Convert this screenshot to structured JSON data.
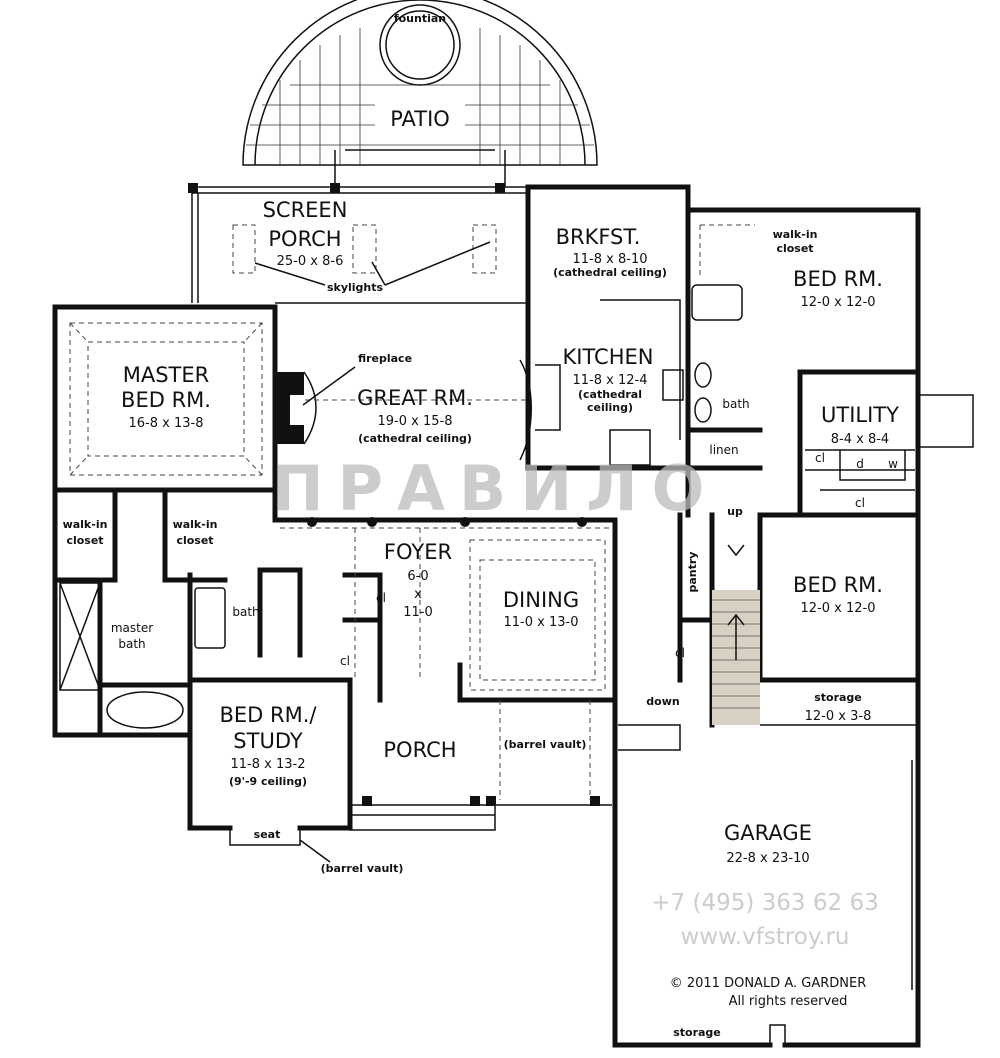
{
  "patio": {
    "label": "PATIO",
    "fountain": "fountian"
  },
  "rooms": {
    "screen_porch": {
      "name1": "SCREEN",
      "name2": "PORCH",
      "dim": "25-0 x 8-6",
      "note": "skylights"
    },
    "brkfst": {
      "name": "BRKFST.",
      "dim": "11-8 x 8-10",
      "note": "(cathedral ceiling)"
    },
    "kitchen": {
      "name": "KITCHEN",
      "dim": "11-8 x 12-4",
      "note1": "(cathedral",
      "note2": "ceiling)"
    },
    "bed1": {
      "name": "BED RM.",
      "dim": "12-0 x 12-0",
      "closet1": "walk-in",
      "closet2": "closet",
      "bath": "bath",
      "linen": "linen"
    },
    "utility": {
      "name": "UTILITY",
      "dim": "8-4 x 8-4",
      "cl": "cl",
      "d": "d",
      "w": "w",
      "cl2": "cl"
    },
    "master": {
      "name1": "MASTER",
      "name2": "BED RM.",
      "dim": "16-8 x 13-8",
      "closet_a1": "walk-in",
      "closet_a2": "closet",
      "closet_b1": "walk-in",
      "closet_b2": "closet",
      "bath1": "master",
      "bath2": "bath"
    },
    "great": {
      "name": "GREAT RM.",
      "dim": "19-0 x 15-8",
      "note": "(cathedral ceiling)",
      "fireplace": "fireplace"
    },
    "foyer": {
      "name": "FOYER",
      "dim1": "6-0",
      "dim2": "x",
      "dim3": "11-0",
      "cl1": "cl",
      "cl2": "cl"
    },
    "dining": {
      "name": "DINING",
      "dim": "11-0 x 13-0"
    },
    "bath_hall": {
      "label": "bath"
    },
    "study": {
      "name1": "BED RM./",
      "name2": "STUDY",
      "dim": "11-8 x 13-2",
      "note": "(9'-9 ceiling)",
      "seat": "seat",
      "vault": "(barrel vault)"
    },
    "porch": {
      "name": "PORCH",
      "vault": "(barrel vault)"
    },
    "stair": {
      "up": "up",
      "down": "down",
      "pantry": "pantry",
      "cl": "cl"
    },
    "bed2": {
      "name": "BED RM.",
      "dim": "12-0 x 12-0"
    },
    "storage": {
      "name": "storage",
      "dim": "12-0 x 3-8"
    },
    "garage": {
      "name": "GARAGE",
      "dim": "22-8 x 23-10",
      "copyright": "© 2011 DONALD A. GARDNER",
      "rights": "All rights reserved",
      "storage": "storage"
    }
  },
  "watermark": {
    "logo": "ПРАВИЛО",
    "phone": "+7 (495) 363 62 63",
    "site": "www.vfstroy.ru"
  }
}
